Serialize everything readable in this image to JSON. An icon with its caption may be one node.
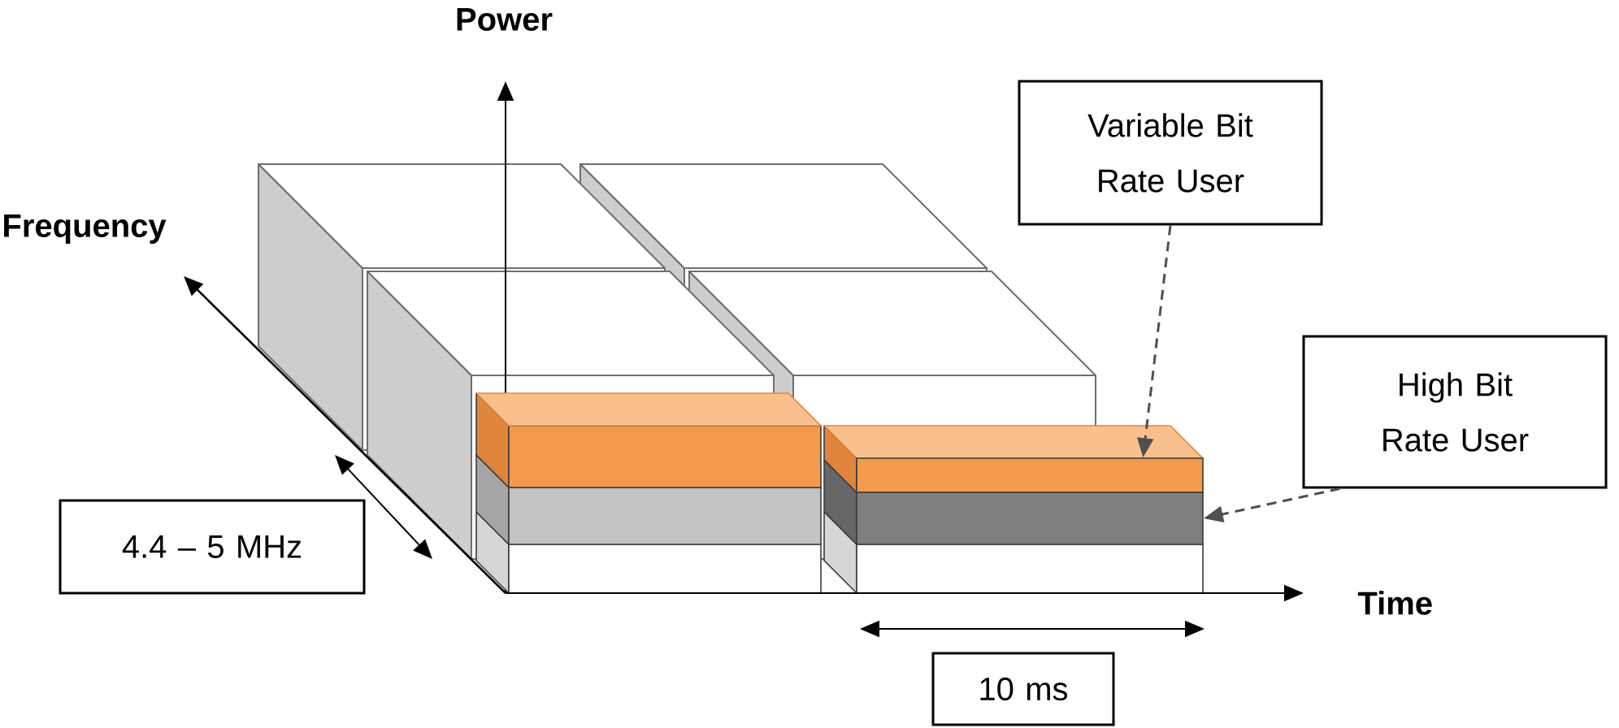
{
  "diagram": {
    "nodes": [
      {
        "text": [
          "Variable Bit Rate User"
        ]
      },
      {
        "text": [
          "High Bit Rate User"
        ]
      },
      {
        "text": [
          "4.4 – 5 MHz"
        ]
      },
      {
        "text": [
          "10 ms"
        ]
      },
      {
        "text": [],
        "shape": "bar"
      },
      {
        "text": [],
        "shape": "bar"
      }
    ],
    "edges": [
      {
        "from": 0,
        "to": 4,
        "arrow": "to",
        "style": "dashed"
      },
      {
        "from": 1,
        "to": 5,
        "arrow": "to",
        "style": "dashed"
      }
    ],
    "labels": [
      "Power",
      "Frequency",
      "Time"
    ]
  }
}
